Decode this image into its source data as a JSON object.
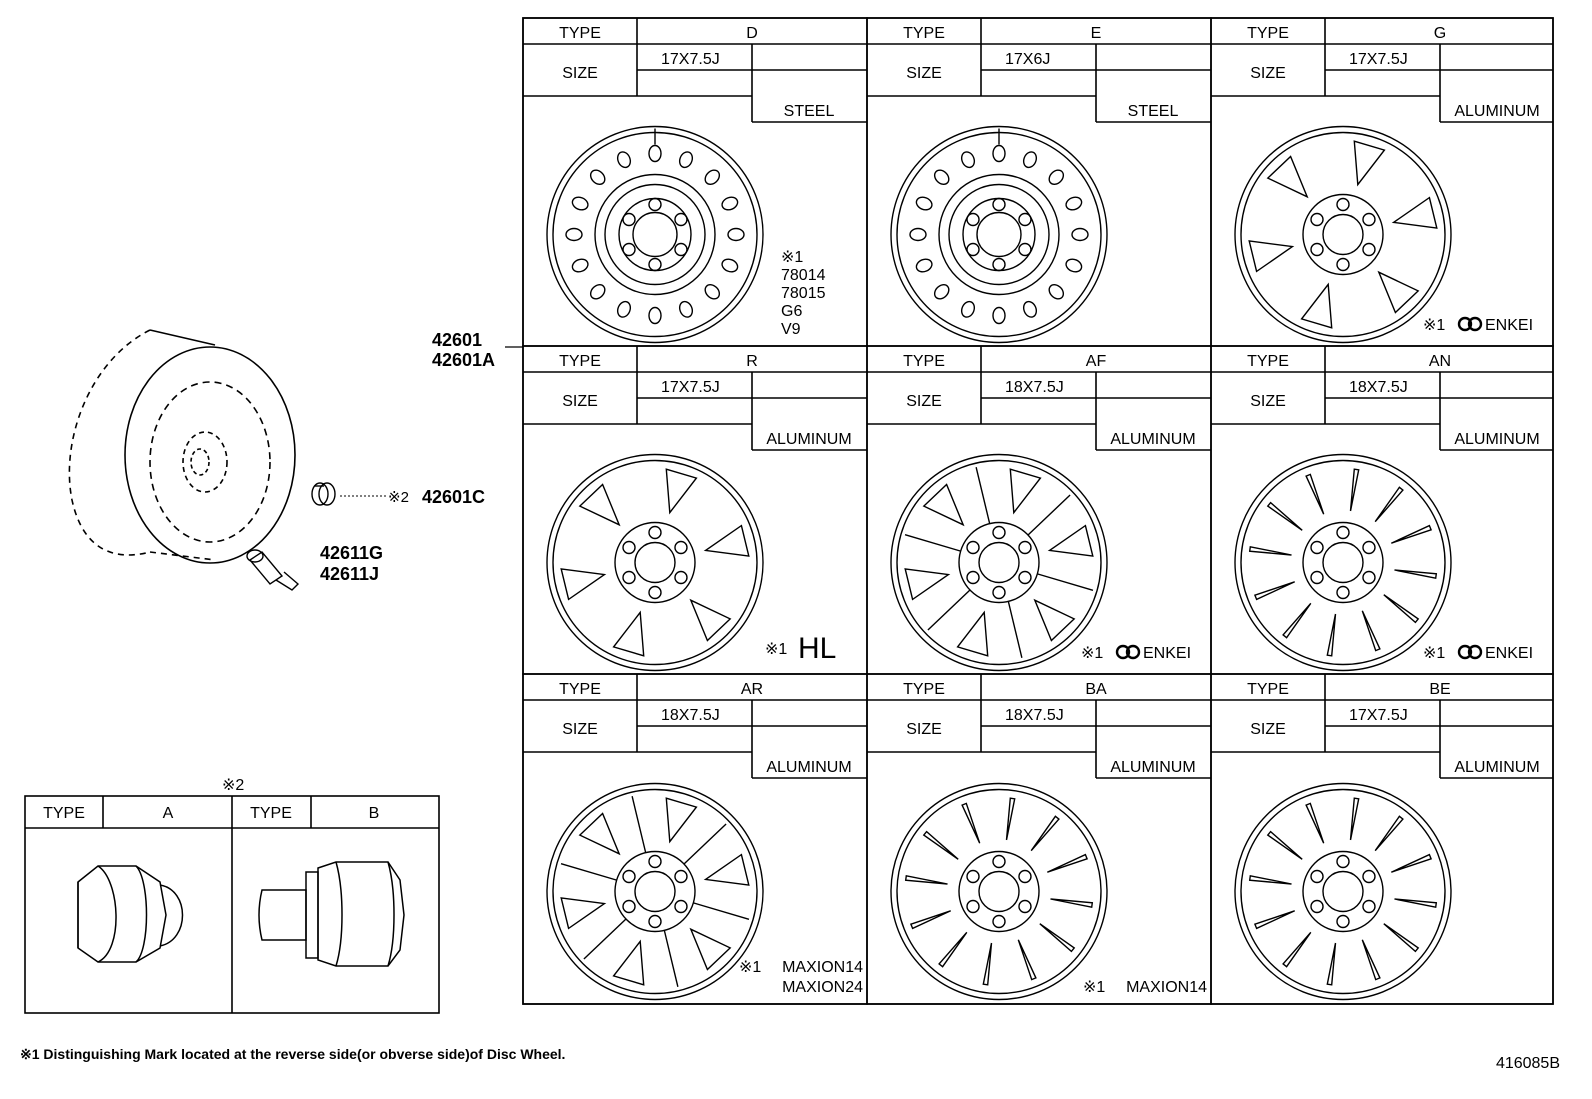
{
  "parts": {
    "disc_wheel": [
      "42601",
      "42601A"
    ],
    "ornament": "42601C",
    "ornament_ref": "※2",
    "valve": [
      "42611G",
      "42611J"
    ]
  },
  "wheels": [
    {
      "type": "D",
      "size": "17X7.5J",
      "material": "STEEL",
      "style": "steel",
      "mark": {
        "ref": "※1",
        "lines": [
          "78014",
          "78015",
          "G6",
          "V9"
        ]
      }
    },
    {
      "type": "E",
      "size": "17X6J",
      "material": "STEEL",
      "style": "steel",
      "mark": null
    },
    {
      "type": "G",
      "size": "17X7.5J",
      "material": "ALUMINUM",
      "style": "spoke6",
      "mark": {
        "ref": "※1",
        "lines": [
          "ENKEI"
        ],
        "logo": "enkei-logo-icon"
      }
    },
    {
      "type": "R",
      "size": "17X7.5J",
      "material": "ALUMINUM",
      "style": "spoke6",
      "mark": {
        "ref": "※1",
        "lines": [
          "HL"
        ],
        "big": true
      }
    },
    {
      "type": "AF",
      "size": "18X7.5J",
      "material": "ALUMINUM",
      "style": "split6",
      "mark": {
        "ref": "※1",
        "lines": [
          "ENKEI"
        ],
        "logo": "enkei-logo-icon"
      }
    },
    {
      "type": "AN",
      "size": "18X7.5J",
      "material": "ALUMINUM",
      "style": "multi12",
      "mark": {
        "ref": "※1",
        "lines": [
          "ENKEI"
        ],
        "logo": "enkei-logo-icon"
      }
    },
    {
      "type": "AR",
      "size": "18X7.5J",
      "material": "ALUMINUM",
      "style": "split6",
      "mark": {
        "ref": "※1",
        "lines": [
          "MAXION14",
          "MAXION24"
        ]
      }
    },
    {
      "type": "BA",
      "size": "18X7.5J",
      "material": "ALUMINUM",
      "style": "multi12",
      "mark": {
        "ref": "※1",
        "lines": [
          "MAXION14"
        ]
      }
    },
    {
      "type": "BE",
      "size": "17X7.5J",
      "material": "ALUMINUM",
      "style": "multi12",
      "mark": null
    }
  ],
  "nut_table": {
    "ref": "※2",
    "header_type": "TYPE",
    "types": [
      "A",
      "B"
    ]
  },
  "labels": {
    "type": "TYPE",
    "size": "SIZE"
  },
  "footnote": "※1 Distinguishing Mark located at the reverse side(or obverse side)of Disc Wheel.",
  "diagram_id": "416085B"
}
